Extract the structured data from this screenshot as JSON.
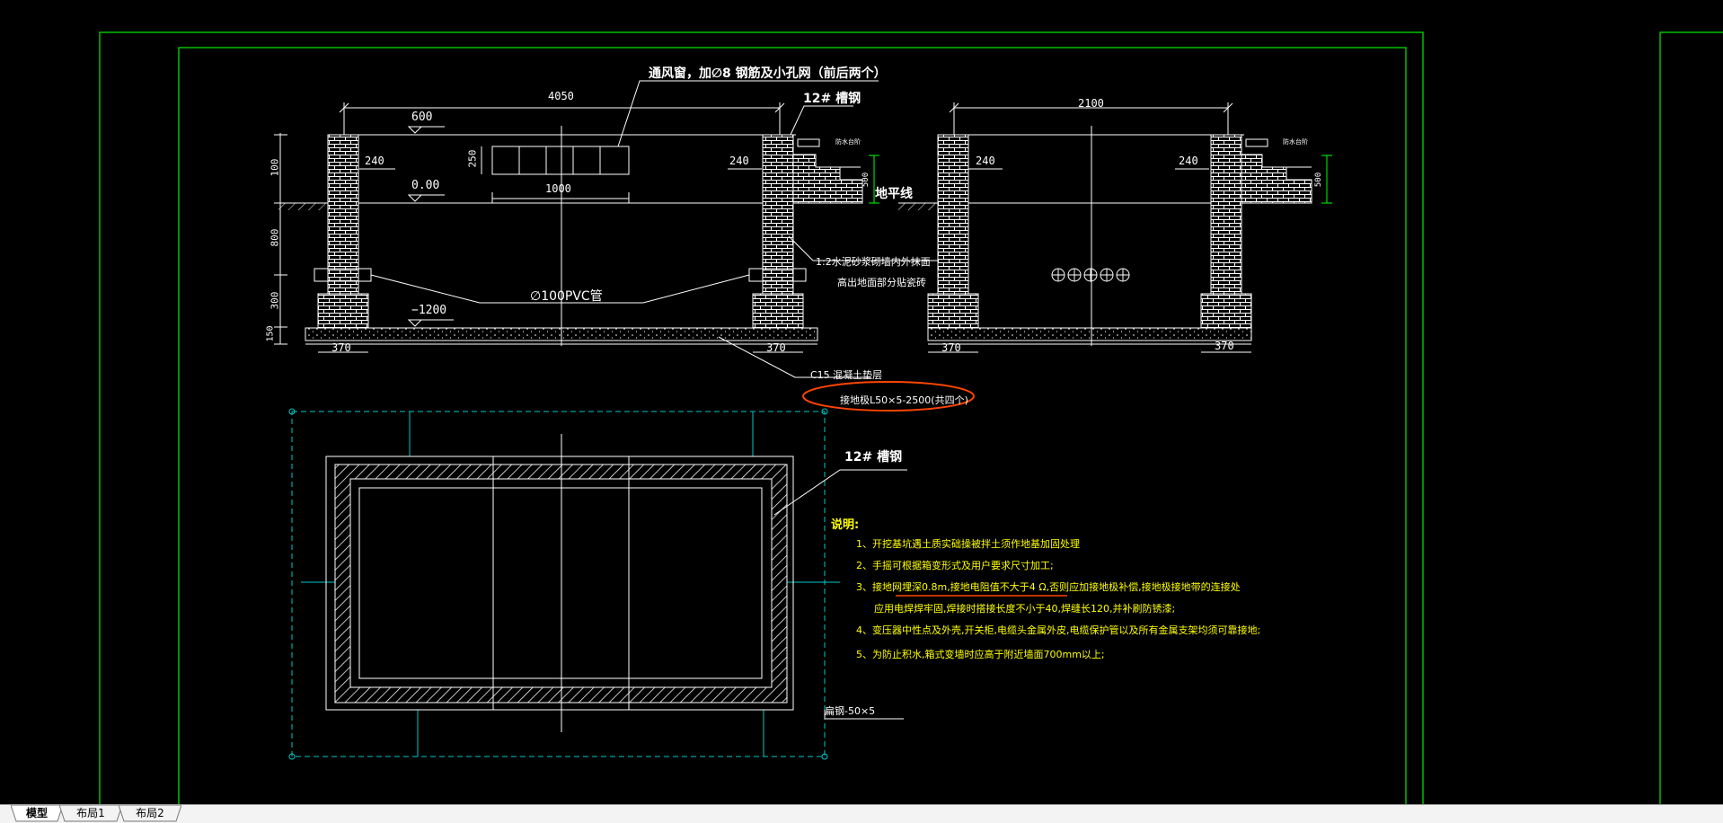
{
  "drawing": {
    "dims": {
      "width_4050": "4050",
      "width_2100": "2100",
      "level_600": "600",
      "level_000": "0.00",
      "level_m1200": "−1200",
      "wall_240": "240",
      "vent_1000": "1000",
      "vent_250": "250",
      "base_370": "370",
      "h_100": "100",
      "h_800": "800",
      "h_300": "300",
      "h_150": "150",
      "h_500": "500"
    },
    "labels": {
      "vent_note": "通风窗，加∅8 钢筋及小孔网（前后两个）",
      "channel_steel": "12# 槽钢",
      "ground_line": "地平线",
      "mortar_note_1": "1:2水泥砂浆砌墙内外抹面",
      "mortar_note_2": "高出地面部分贴瓷砖",
      "pvc_pipe": "∅100PVC管",
      "concrete_layer": "C15 混凝土垫层",
      "ground_angle": "接地极L50×5-2500(共四个)",
      "flat_steel": "扁钢-50×5",
      "waterproof": "防水台阶"
    },
    "notes": {
      "title": "说明:",
      "items": [
        "1、开挖基坑遇土质实础操被拌土须作地基加固处理",
        "2、手摇可根据箱变形式及用户要求尺寸加工;",
        "3、接地网埋深0.8m,接地电阻值不大于4 Ω,否则应加接地极补偿,接地极接地带的连接处",
        "应用电焊焊牢固,焊接时搭接长度不小于40,焊缝长120,并补刷防锈漆;",
        "4、变压器中性点及外壳,开关柜,电缆头金属外皮,电缆保护管以及所有金属支架均须可靠接地;",
        "5、为防止积水,箱式变墙时应高于附近墙面700mm以上;"
      ]
    }
  },
  "tabs": [
    {
      "label": "模型"
    },
    {
      "label": "布局1"
    },
    {
      "label": "布局2"
    }
  ],
  "colors": {
    "background": "#000000",
    "frame": "#00c000",
    "lines": "#ffffff",
    "notes_text": "#ffff00",
    "highlight": "#ff4500",
    "cyan": "#00c8c8",
    "dim_marker": "#00ff00"
  }
}
